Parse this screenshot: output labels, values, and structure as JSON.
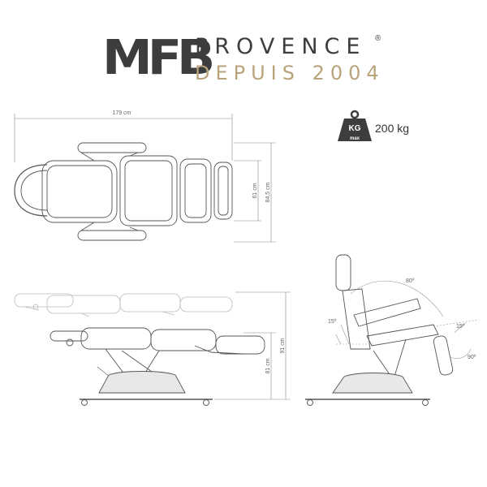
{
  "brand": {
    "mark": "MFB",
    "name": "PROVENCE",
    "registered": "®",
    "tagline": "DEPUIS 2004"
  },
  "weight": {
    "badge_top": "KG",
    "badge_bottom": "max",
    "capacity": "200 kg",
    "icon": "weight-icon"
  },
  "dimensions": {
    "length": "179 cm",
    "width_seat": "61 cm",
    "width_total": "84,5 cm",
    "height_max": "91 cm",
    "height_min": "81 cm"
  },
  "angles": {
    "backrest": "80º",
    "seat_tilt": "15º",
    "leg_tilt": "15º",
    "leg_drop": "90º"
  },
  "colors": {
    "dark": "#3d3d3f",
    "gold": "#b9a37b",
    "line": "#555555",
    "ghost": "#bbbbbb"
  }
}
